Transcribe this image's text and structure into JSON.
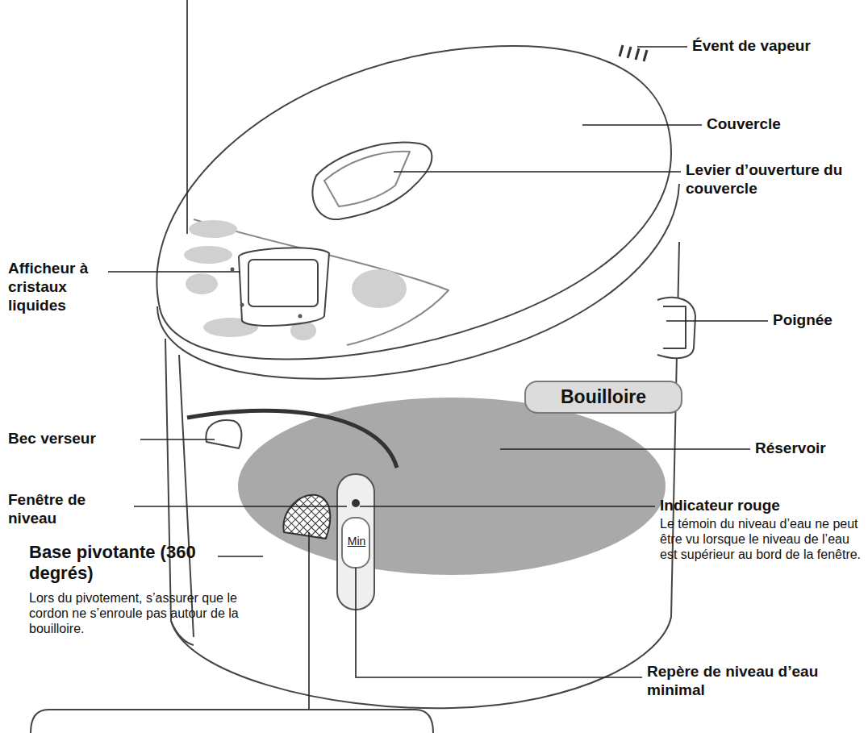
{
  "diagram": {
    "nodes": [
      {
        "text": [
          "Bouilloire"
        ]
      }
    ],
    "labels": [
      "Évent de vapeur",
      "Couvercle",
      "Levier d’ouverture du couvercle",
      "Afficheur à cristaux liquides",
      "Poignée",
      "Bec verseur",
      "Réservoir",
      "Fenêtre de niveau",
      "Indicateur rouge",
      "Le témoin du niveau d’eau ne peut être vu lorsque le niveau de l’eau est supérieur au bord de la fenêtre.",
      "Base pivotante (360 degrés)",
      "Lors du pivotement, s’assurer que le cordon ne s’enroule pas autour de la bouilloire.",
      "Min",
      "Repère de niveau d’eau minimal"
    ]
  }
}
